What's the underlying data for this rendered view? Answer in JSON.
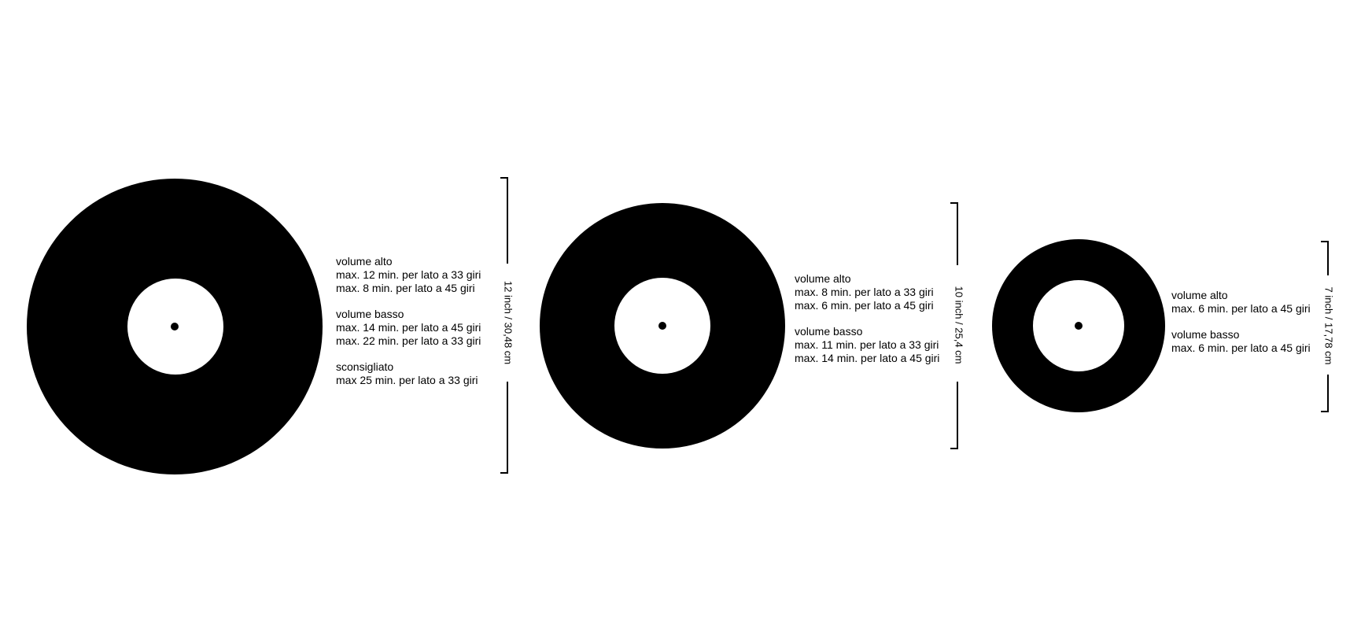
{
  "records": [
    {
      "size_label": "12 inch / 30,48 cm",
      "groups": [
        {
          "lines": [
            "volume alto",
            "max. 12 min. per lato a 33 giri",
            "max. 8 min. per lato a 45 giri"
          ]
        },
        {
          "lines": [
            "volume basso",
            "max. 14 min. per lato a 45 giri",
            "max. 22 min. per lato a 33 giri"
          ]
        },
        {
          "lines": [
            "sconsigliato",
            "max 25 min. per lato a 33 giri"
          ]
        }
      ]
    },
    {
      "size_label": "10 inch / 25,4 cm",
      "groups": [
        {
          "lines": [
            "volume alto",
            "max. 8 min. per lato a 33 giri",
            "max. 6 min. per lato a 45 giri"
          ]
        },
        {
          "lines": [
            "volume basso",
            "max. 11 min. per lato a 33 giri",
            "max. 14 min. per lato a 45 giri"
          ]
        }
      ]
    },
    {
      "size_label": "7 inch / 17,78 cm",
      "groups": [
        {
          "lines": [
            "volume alto",
            "max. 6 min. per lato a 45 giri"
          ]
        },
        {
          "lines": [
            "volume basso",
            "max. 6 min. per lato a 45 giri"
          ]
        }
      ]
    }
  ]
}
